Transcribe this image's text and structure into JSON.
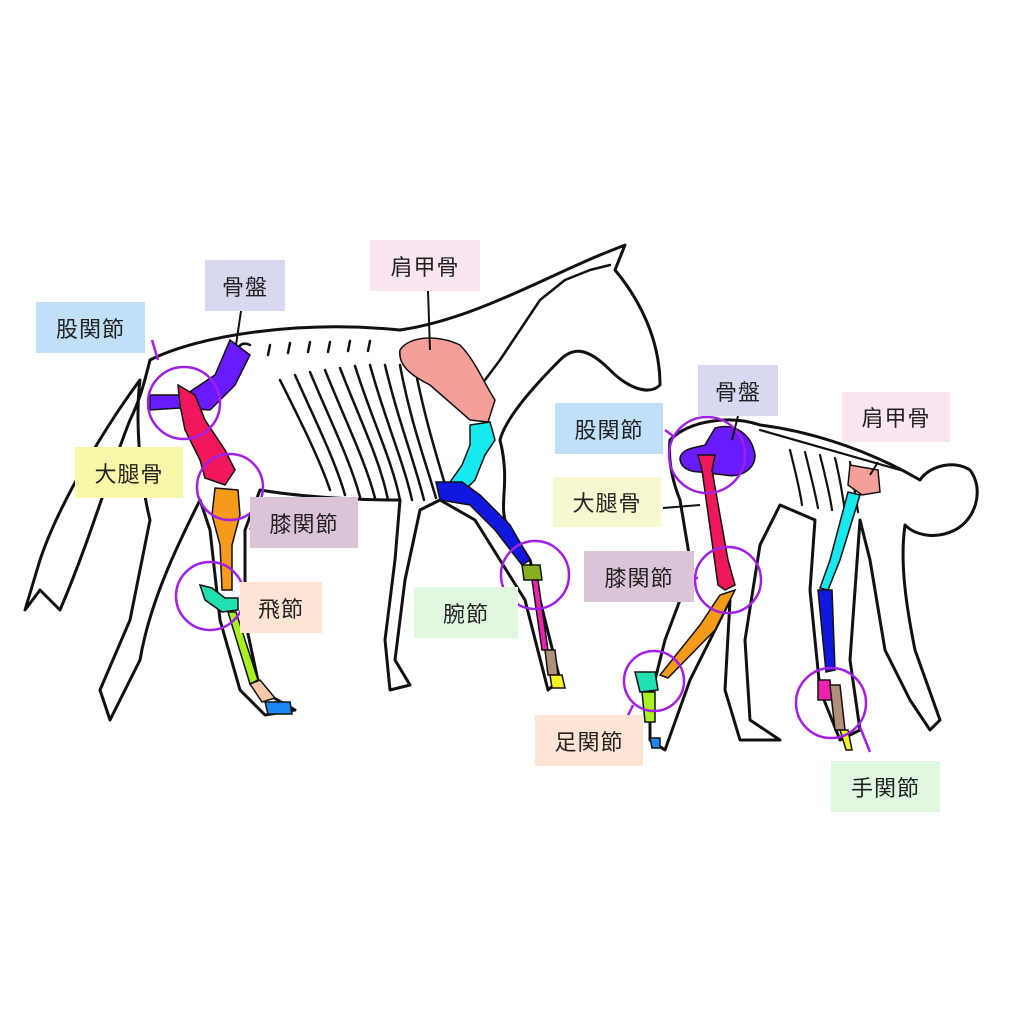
{
  "colors": {
    "joint_circle": "#a020e8",
    "pelvis": "#6a1aff",
    "femur": "#f0185a",
    "tibia": "#f59a1a",
    "hock": "#22e0b0",
    "cannon_hind": "#a8f020",
    "pastern": "#f8c8a8",
    "hoof_hind": "#1a88f0",
    "scapula": "#f4a098",
    "humerus": "#18e8f0",
    "radius": "#1018e0",
    "carpus": "#88b020",
    "cannon_fore": "#f020b0",
    "phalanx_fore": "#b09078",
    "hoof_fore": "#f8f020"
  },
  "horse": {
    "labels": {
      "hip_joint": {
        "text": "股関節",
        "bg": "#bfe0f8"
      },
      "pelvis": {
        "text": "骨盤",
        "bg": "#d8d8f0"
      },
      "scapula": {
        "text": "肩甲骨",
        "bg": "#fae6f0"
      },
      "femur": {
        "text": "大腿骨",
        "bg": "#f8f8a8"
      },
      "knee_joint": {
        "text": "膝関節",
        "bg": "#dcc4d8"
      },
      "hock": {
        "text": "飛節",
        "bg": "#fde4d4"
      },
      "carpus": {
        "text": "腕節",
        "bg": "#e0f8e0"
      }
    }
  },
  "human": {
    "labels": {
      "pelvis": {
        "text": "骨盤",
        "bg": "#d8d8f0"
      },
      "scapula": {
        "text": "肩甲骨",
        "bg": "#fae6f0"
      },
      "hip_joint": {
        "text": "股関節",
        "bg": "#bfe0f8"
      },
      "femur": {
        "text": "大腿骨",
        "bg": "#f8f8d0"
      },
      "knee_joint": {
        "text": "膝関節",
        "bg": "#dcc4d8"
      },
      "ankle_joint": {
        "text": "足関節",
        "bg": "#fde4d4"
      },
      "wrist_joint": {
        "text": "手関節",
        "bg": "#e0f8e0"
      }
    }
  }
}
